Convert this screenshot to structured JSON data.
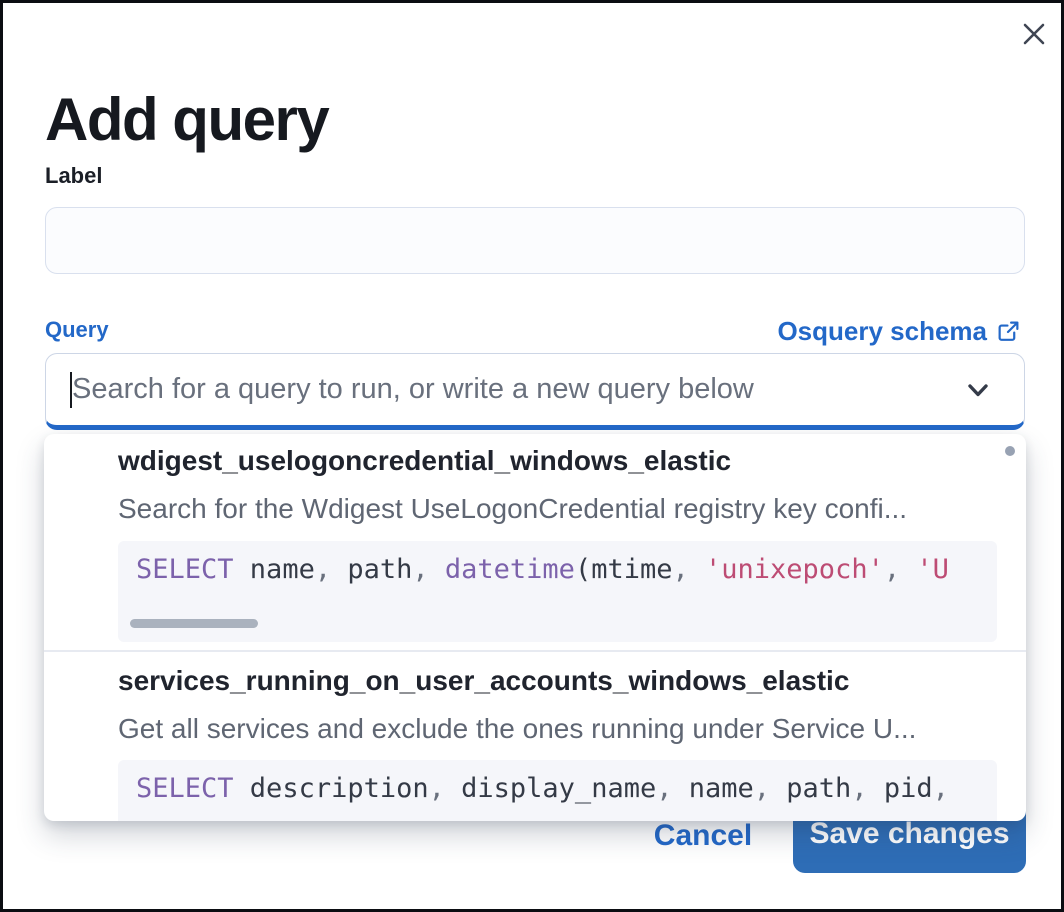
{
  "modal": {
    "title": "Add query",
    "label_field": {
      "label": "Label",
      "value": "",
      "placeholder": ""
    },
    "query_field": {
      "label": "Query",
      "schema_link_label": "Osquery schema",
      "placeholder": "Search for a query to run, or write a new query below"
    },
    "footer": {
      "cancel_label": "Cancel",
      "save_label": "Save changes"
    }
  },
  "icons": {
    "close": "close-x",
    "external_link": "external-link",
    "chevron": "chevron-down",
    "scroll_dot": "vertical-scrollbar-thumb",
    "code_scrollbar": "horizontal-scrollbar-thumb"
  },
  "suggestions": {
    "options": [
      {
        "name": "wdigest_uselogoncredential_windows_elastic",
        "description": "Search for the Wdigest UseLogonCredential registry key confi...",
        "sql_tokens": [
          {
            "t": "kw",
            "v": "SELECT"
          },
          {
            "t": "id",
            "v": " name"
          },
          {
            "t": "p",
            "v": ","
          },
          {
            "t": "id",
            "v": " path"
          },
          {
            "t": "p",
            "v": ","
          },
          {
            "t": "fn",
            "v": " datetime"
          },
          {
            "t": "id",
            "v": "("
          },
          {
            "t": "id",
            "v": "mtime"
          },
          {
            "t": "p",
            "v": ","
          },
          {
            "t": "str",
            "v": " 'unixepoch'"
          },
          {
            "t": "p",
            "v": ","
          },
          {
            "t": "str",
            "v": " 'U"
          }
        ]
      },
      {
        "name": "services_running_on_user_accounts_windows_elastic",
        "description": "Get all services and exclude the ones running under Service U...",
        "sql_tokens": [
          {
            "t": "kw",
            "v": "SELECT"
          },
          {
            "t": "id",
            "v": " description"
          },
          {
            "t": "p",
            "v": ","
          },
          {
            "t": "id",
            "v": " display_name"
          },
          {
            "t": "p",
            "v": ","
          },
          {
            "t": "id",
            "v": " name"
          },
          {
            "t": "p",
            "v": ","
          },
          {
            "t": "id",
            "v": " path"
          },
          {
            "t": "p",
            "v": ","
          },
          {
            "t": "id",
            "v": " pid"
          },
          {
            "t": "p",
            "v": ","
          }
        ]
      }
    ]
  },
  "colors": {
    "accent_blue": "#2368c8",
    "button_blue": "#2e6db6",
    "title_text": "#16191f",
    "body_text": "#343a46",
    "muted_text": "#5f6673",
    "placeholder_text": "#69707d",
    "code_background": "#f5f6fa",
    "code_keyword": "#7c62ab",
    "code_string": "#bd4c74",
    "border_black": "#0b0d12"
  }
}
